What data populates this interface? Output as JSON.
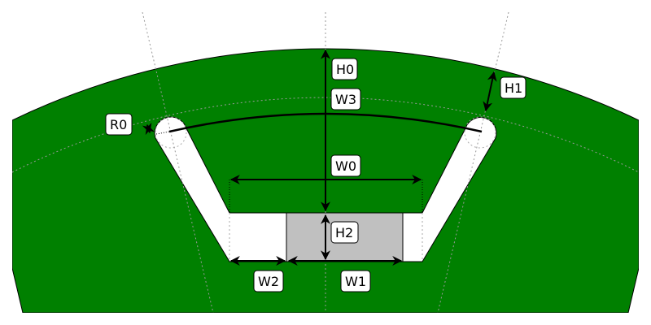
{
  "colors": {
    "lamination": "#008000",
    "slot": "#ffffff",
    "winding": "#c0c0c0"
  },
  "labels": {
    "H0": "H0",
    "H1": "H1",
    "H2": "H2",
    "W0": "W0",
    "W1": "W1",
    "W2": "W2",
    "W3": "W3",
    "R0": "R0"
  }
}
